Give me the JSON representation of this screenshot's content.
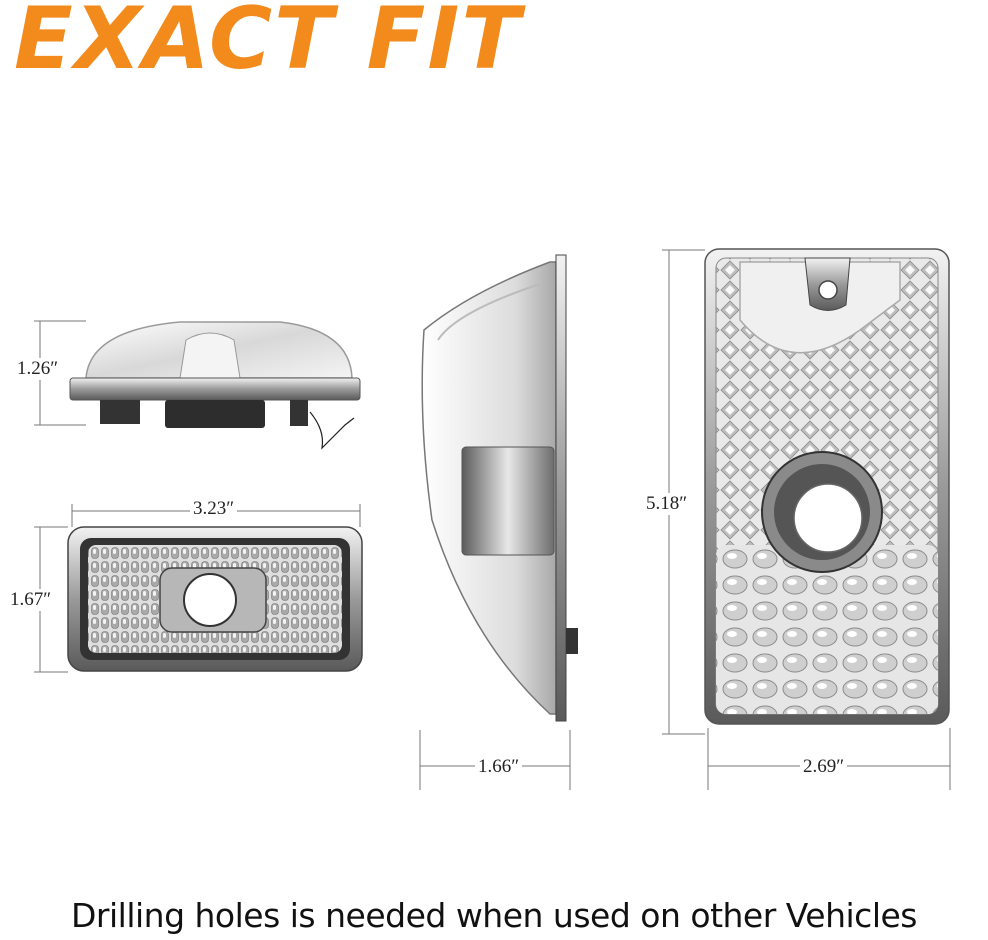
{
  "headline": "EXACT FIT",
  "dimensions": {
    "side_height": "1.26″",
    "front_width": "3.23″",
    "front_height": "1.67″",
    "profile_depth": "1.66″",
    "lens_height": "5.18″",
    "lens_width": "2.69″"
  },
  "footer_note": "Drilling holes is needed when used on other Vehicles",
  "colors": {
    "headline": "#f28a1c",
    "text": "#111111",
    "chrome": "#7d7d7d"
  }
}
